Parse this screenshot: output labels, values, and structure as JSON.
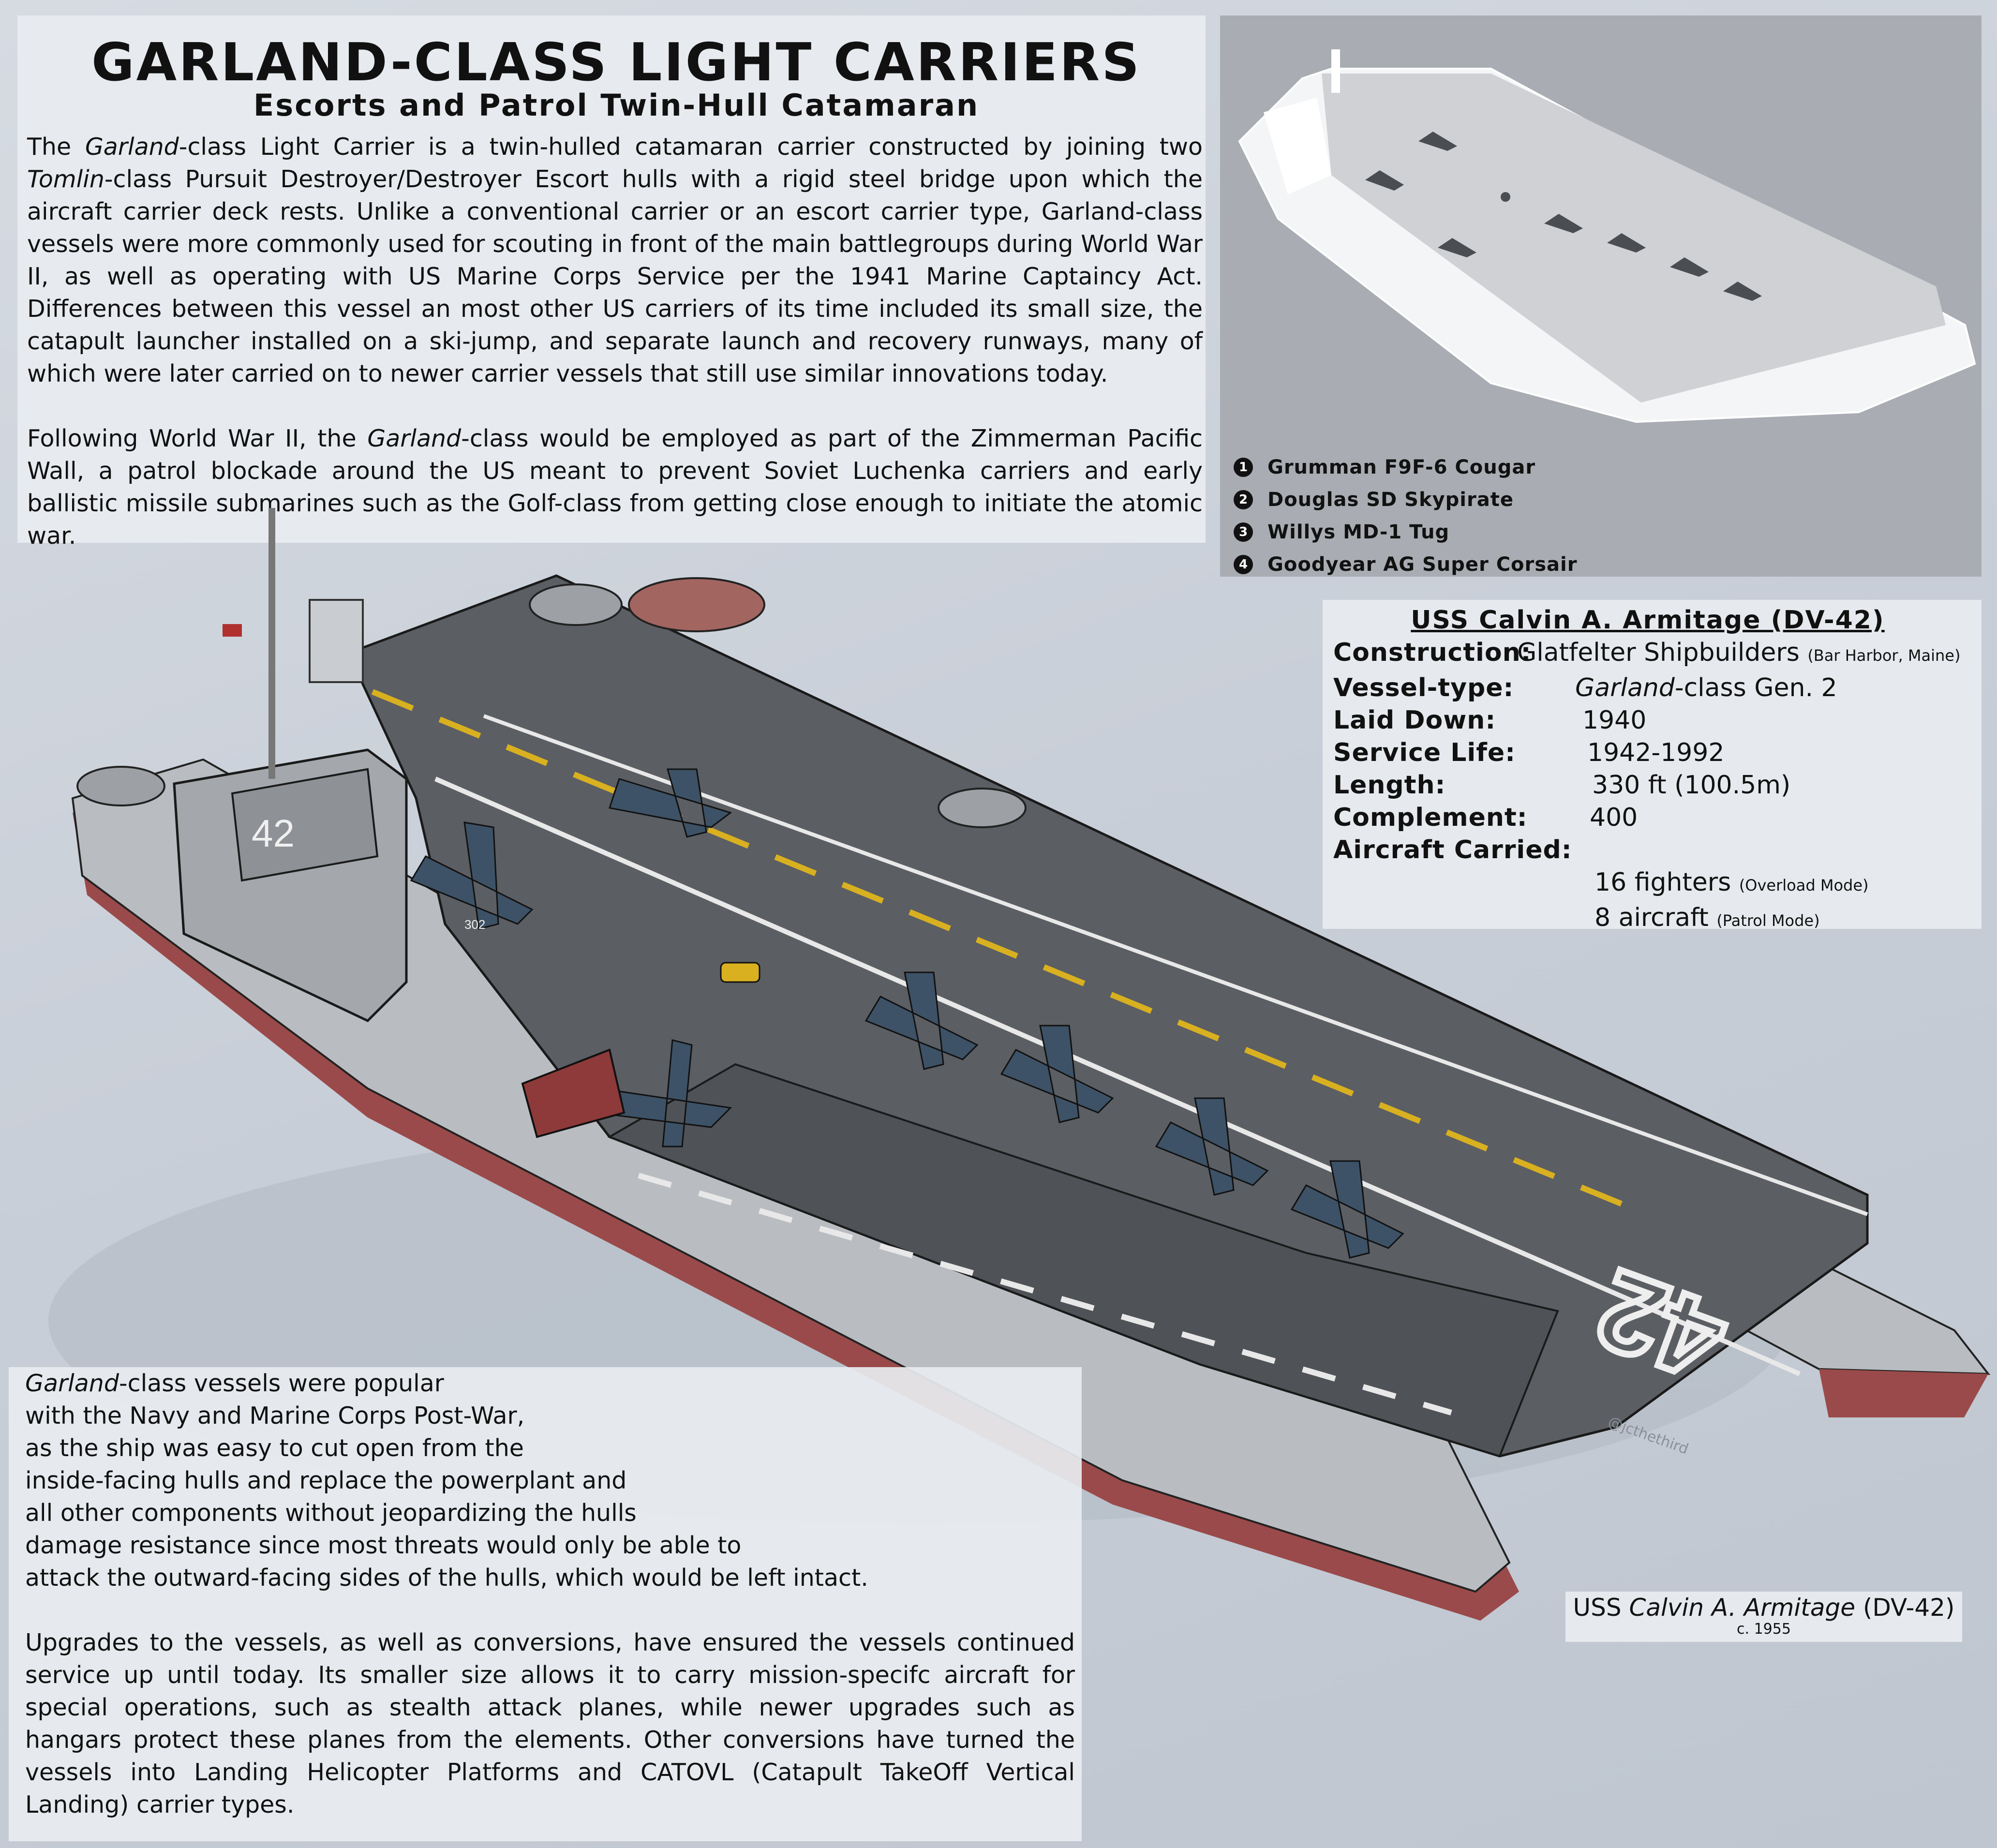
{
  "header": {
    "title": "GARLAND-CLASS LIGHT CARRIERS",
    "subtitle": "Escorts and Patrol Twin-Hull Catamaran"
  },
  "intro": {
    "p1": {
      "a": "The ",
      "b": "Garland",
      "c": "-class Light Carrier is a twin-hulled catamaran carrier constructed by joining two ",
      "d": "Tomlin",
      "e": "-class Pursuit Destroyer/Destroyer Escort hulls with a rigid steel bridge upon which the aircraft carrier deck rests. Unlike a conventional carrier or an escort carrier type, Garland-class vessels were more commonly used for scouting in front of the main battlegroups during World War II, as well as operating with US Marine Corps Service per the 1941 Marine Captaincy Act. Differences between this vessel an most other US carriers of its time included its small size, the catapult launcher installed on a ski-jump, and separate launch and recovery runways, many of which were later carried on to newer carrier vessels that still use similar innovations today."
    },
    "p2": {
      "a": "Following World War II, the ",
      "b": "Garland",
      "c": "-class would be employed as part of the Zimmerman Pacific Wall, a patrol blockade around the US meant to prevent Soviet Luchenka carriers and early ballistic missile submarines such as the Golf-class from getting close enough to initiate the atomic war."
    }
  },
  "legend": [
    {
      "num": "1",
      "label": "Grumman F9F-6 Cougar"
    },
    {
      "num": "2",
      "label": "Douglas SD Skypirate"
    },
    {
      "num": "3",
      "label": "Willys MD-1 Tug"
    },
    {
      "num": "4",
      "label": "Goodyear AG Super Corsair"
    }
  ],
  "specs": {
    "title": "USS Calvin A. Armitage (DV-42)",
    "construction_label": "Construction:",
    "construction_value": "Glatfelter Shipbuilders",
    "construction_note": "(Bar Harbor, Maine)",
    "vessel_type_label": "Vessel-type:",
    "vessel_type_italic": "Garland",
    "vessel_type_rest": "-class Gen. 2",
    "laid_down_label": "Laid Down:",
    "laid_down_value": "1940",
    "service_life_label": "Service Life:",
    "service_life_value": "1942-1992",
    "length_label": "Length:",
    "length_value": "330 ft (100.5m)",
    "complement_label": "Complement:",
    "complement_value": "400",
    "aircraft_label": "Aircraft Carried:",
    "aircraft_1": "16 fighters",
    "aircraft_1_note": "(Overload Mode)",
    "aircraft_2": "8 aircraft",
    "aircraft_2_note": "(Patrol Mode)"
  },
  "ship_markings": {
    "island_number": "42",
    "deck_number": "42",
    "plane_number": "302"
  },
  "bottom": {
    "p1_lines": [
      {
        "italic": "Garland",
        "rest": "-class vessels were popular"
      },
      {
        "italic": "",
        "rest": "with the Navy and Marine Corps Post-War,"
      },
      {
        "italic": "",
        "rest": "as the ship was easy to cut open from the"
      },
      {
        "italic": "",
        "rest": "inside-facing hulls and replace the powerplant and"
      },
      {
        "italic": "",
        "rest": "all other components without jeopardizing the hulls"
      },
      {
        "italic": "",
        "rest": "damage resistance since most threats would only be able to"
      },
      {
        "italic": "",
        "rest": "attack the outward-facing sides of the hulls, which would be left intact."
      }
    ],
    "p2": "Upgrades to the vessels, as well as conversions, have ensured the vessels continued service up until today. Its smaller size allows it to carry mission-specifc aircraft for special operations, such as stealth attack planes, while newer upgrades such as hangars protect these planes from the elements. Other conversions have turned the vessels into Landing Helicopter Platforms and CATOVL (Catapult TakeOff Vertical Landing) carrier types."
  },
  "caption": {
    "prefix": "USS ",
    "italic": "Calvin A. Armitage",
    "suffix": " (DV-42)",
    "date": "c. 1955"
  },
  "watermark": "@jcthethird",
  "colors": {
    "background": "#c9cfd8",
    "deck": "#5b5e63",
    "hull": "#b9bcc1",
    "hull_red": "#9a4a4a",
    "plane_blue": "#3d5266",
    "deck_yellow": "#d8b020"
  }
}
